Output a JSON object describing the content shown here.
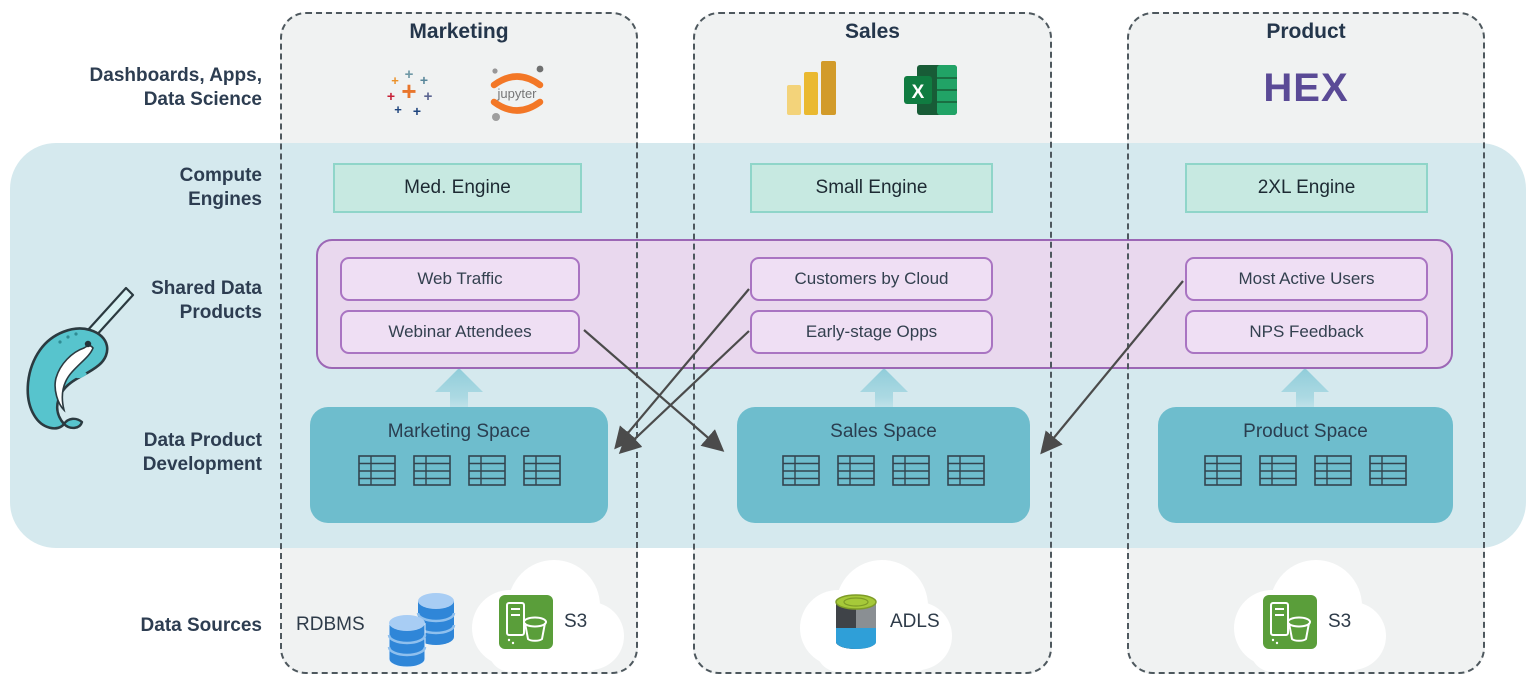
{
  "diagram": {
    "row_labels": [
      {
        "line1": "Dashboards, Apps,",
        "line2": "Data Science"
      },
      {
        "line1": "Compute",
        "line2": "Engines"
      },
      {
        "line1": "Shared Data",
        "line2": "Products"
      },
      {
        "line1": "Data Product",
        "line2": "Development"
      },
      {
        "line1": "Data Sources",
        "line2": ""
      }
    ],
    "columns": [
      {
        "title": "Marketing",
        "tools": [
          "Tableau",
          "Jupyter"
        ],
        "engine": "Med. Engine",
        "products": {
          "p1": "Web Traffic",
          "p2": "Webinar Attendees"
        },
        "space": "Marketing Space",
        "sources": {
          "rdbms": "RDBMS",
          "s3": "S3"
        }
      },
      {
        "title": "Sales",
        "tools": [
          "Power BI",
          "Excel"
        ],
        "engine": "Small Engine",
        "products": {
          "p1": "Customers by Cloud",
          "p2": "Early-stage Opps"
        },
        "space": "Sales Space",
        "sources": {
          "adls": "ADLS"
        }
      },
      {
        "title": "Product",
        "tools": [
          "Hex"
        ],
        "engine": "2XL Engine",
        "products": {
          "p1": "Most Active Users",
          "p2": "NPS Feedback"
        },
        "space": "Product Space",
        "sources": {
          "s3": "S3"
        }
      }
    ],
    "logos": {
      "jupyter": "jupyter",
      "hex": "HEX",
      "excel": "X"
    },
    "icons": [
      "tableau-icon",
      "jupyter-icon",
      "power-bi-icon",
      "excel-icon",
      "hex-logo",
      "narwhal-icon",
      "database-icon",
      "s3-icon",
      "adls-icon",
      "cloud-icon"
    ],
    "arrows": {
      "block_arrows": "each space points up into shared data products",
      "cross_links": [
        "Webinar Attendees -> Sales Space",
        "Customers by Cloud -> Marketing Space",
        "Early-stage Opps -> Marketing Space",
        "Most Active Users -> Sales Space"
      ]
    },
    "colors": {
      "band": "#d5e9ee",
      "column_bg": "#f0f2f2",
      "dashed_border": "#4e585e",
      "engine_fill": "#c7e9e1",
      "engine_border": "#8fd5c9",
      "shared_fill": "#e9d8ee",
      "shared_border": "#9c67b5",
      "product_fill": "#efdff4",
      "product_border": "#a974c2",
      "space_fill": "#6ebdcd",
      "label_text": "#2d3d51",
      "arrow": "#4b4b4b",
      "hex_purple": "#5a4a96",
      "narwhal_teal": "#57c4cd"
    }
  }
}
